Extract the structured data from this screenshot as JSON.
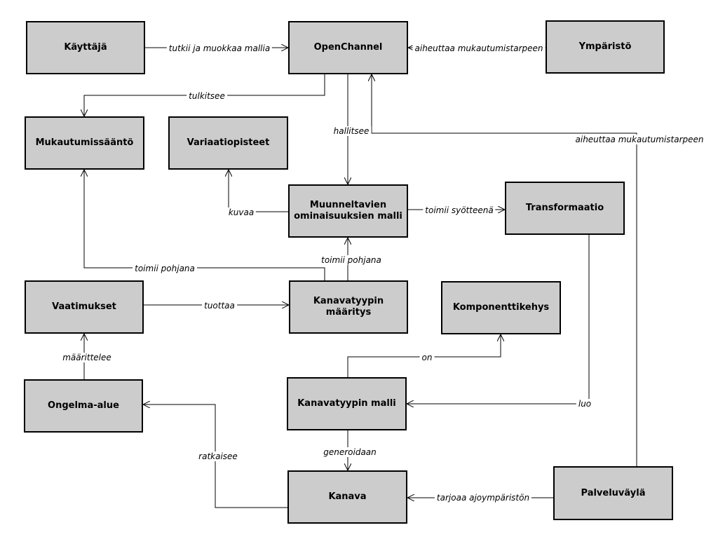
{
  "colors": {
    "box_fill": "#cccccc",
    "box_border": "#000000",
    "line": "#000000",
    "background": "#ffffff"
  },
  "nodes": {
    "kayttaja": "Käyttäjä",
    "openchannel": "OpenChannel",
    "ymparisto": "Ympäristö",
    "mukautumissaanto": "Mukautumissääntö",
    "variaatiopisteet": "Variaatiopisteet",
    "muunneltavien": "Muunneltavien ominaisuuksien malli",
    "transformaatio": "Transformaatio",
    "vaatimukset": "Vaatimukset",
    "kanavatyypin_maaritys": "Kanavatyypin määritys",
    "komponenttikehys": "Komponenttikehys",
    "ongelma_alue": "Ongelma-alue",
    "kanavatyypin_malli": "Kanavatyypin malli",
    "kanava": "Kanava",
    "palveluvayla": "Palveluväylä"
  },
  "edges": {
    "tutkii": "tutkii ja muokkaa mallia",
    "aiheuttaa_1": "aiheuttaa mukautumistarpeen",
    "tulkitsee": "tulkitsee",
    "hallitsee": "hallitsee",
    "aiheuttaa_2": "aiheuttaa mukautumistarpeen",
    "kuvaa": "kuvaa",
    "toimii_syotteena": "toimii syötteenä",
    "toimii_pohjana_1": "toimii pohjana",
    "toimii_pohjana_2": "toimii pohjana",
    "tuottaa": "tuottaa",
    "on": "on",
    "maarittelee": "määrittelee",
    "luo": "luo",
    "ratkaisee": "ratkaisee",
    "generoidaan": "generoidaan",
    "tarjoaa": "tarjoaa ajoympäristön"
  }
}
